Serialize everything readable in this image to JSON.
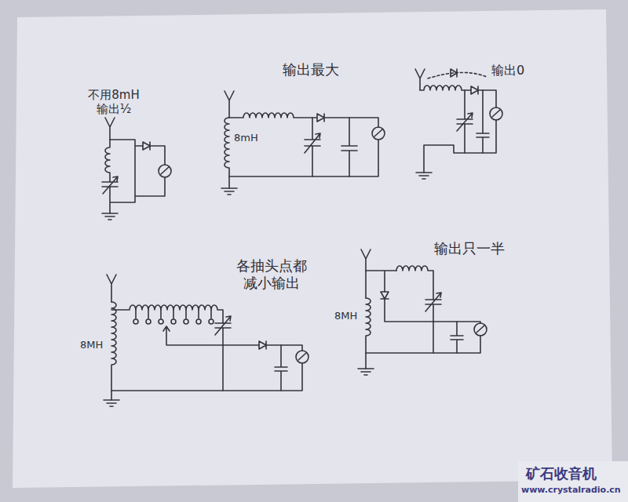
{
  "diagram": {
    "labels": [
      "不用8mH 输出½",
      "输出最大",
      "8mH",
      "输出0",
      "各抽头点都 减小输出",
      "8MH",
      "输出只一半",
      "8MH",
      "矿石收音机",
      "www.crystalradio.cn"
    ]
  }
}
